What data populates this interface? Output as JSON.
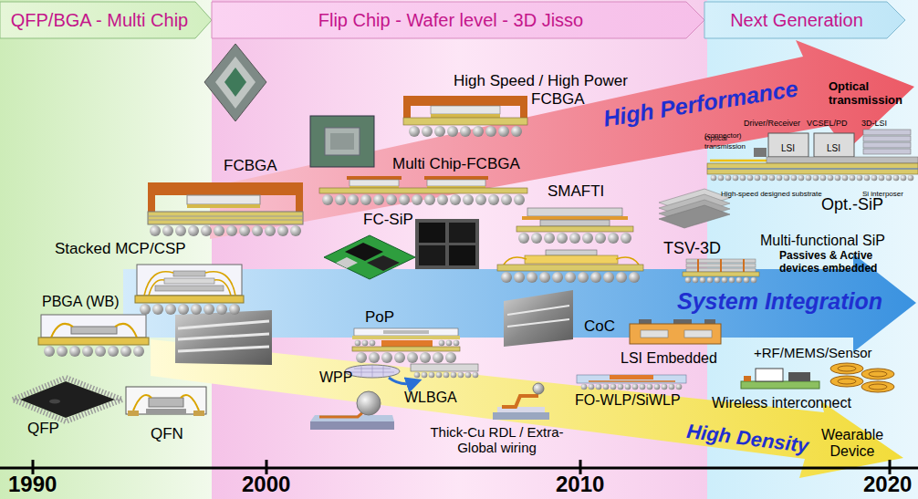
{
  "diagram": {
    "nodes": [
      {
        "text": [
          "QFP/BGA - Multi Chip"
        ]
      },
      {
        "text": [
          "Flip Chip - Wafer level - 3D Jisso"
        ]
      },
      {
        "text": [
          "Next Generation"
        ]
      },
      {
        "text": [
          "High Performance"
        ]
      },
      {
        "text": [
          "System Integration"
        ]
      },
      {
        "text": [
          "High Density"
        ]
      }
    ],
    "labels": [
      "FCBGA",
      "High Speed / High Power",
      "FCBGA",
      "Multi Chip-FCBGA",
      "SMAFTI",
      "FC-SiP",
      "Optical transmission",
      "Driver/Receiver",
      "VCSEL/PD",
      "3D-LSI",
      "(connector)",
      "Optical transmission",
      "LSI",
      "LSI",
      "High-speed designed substrate",
      "Si interposer",
      "Opt.-SiP",
      "TSV-3D",
      "Multi-functional SiP",
      "Passives & Active devices embedded",
      "Stacked MCP/CSP",
      "PBGA (WB)",
      "PoP",
      "CoC",
      "+RF/MEMS/Sensor",
      "LSI Embedded",
      "WPP",
      "WLBGA",
      "FO-WLP/SiWLP",
      "Thick-Cu RDL / Extra-Global wiring",
      "Wireless interconnect",
      "Wearable Device",
      "QFP",
      "QFN",
      "1990",
      "2000",
      "2010",
      "2020"
    ]
  }
}
